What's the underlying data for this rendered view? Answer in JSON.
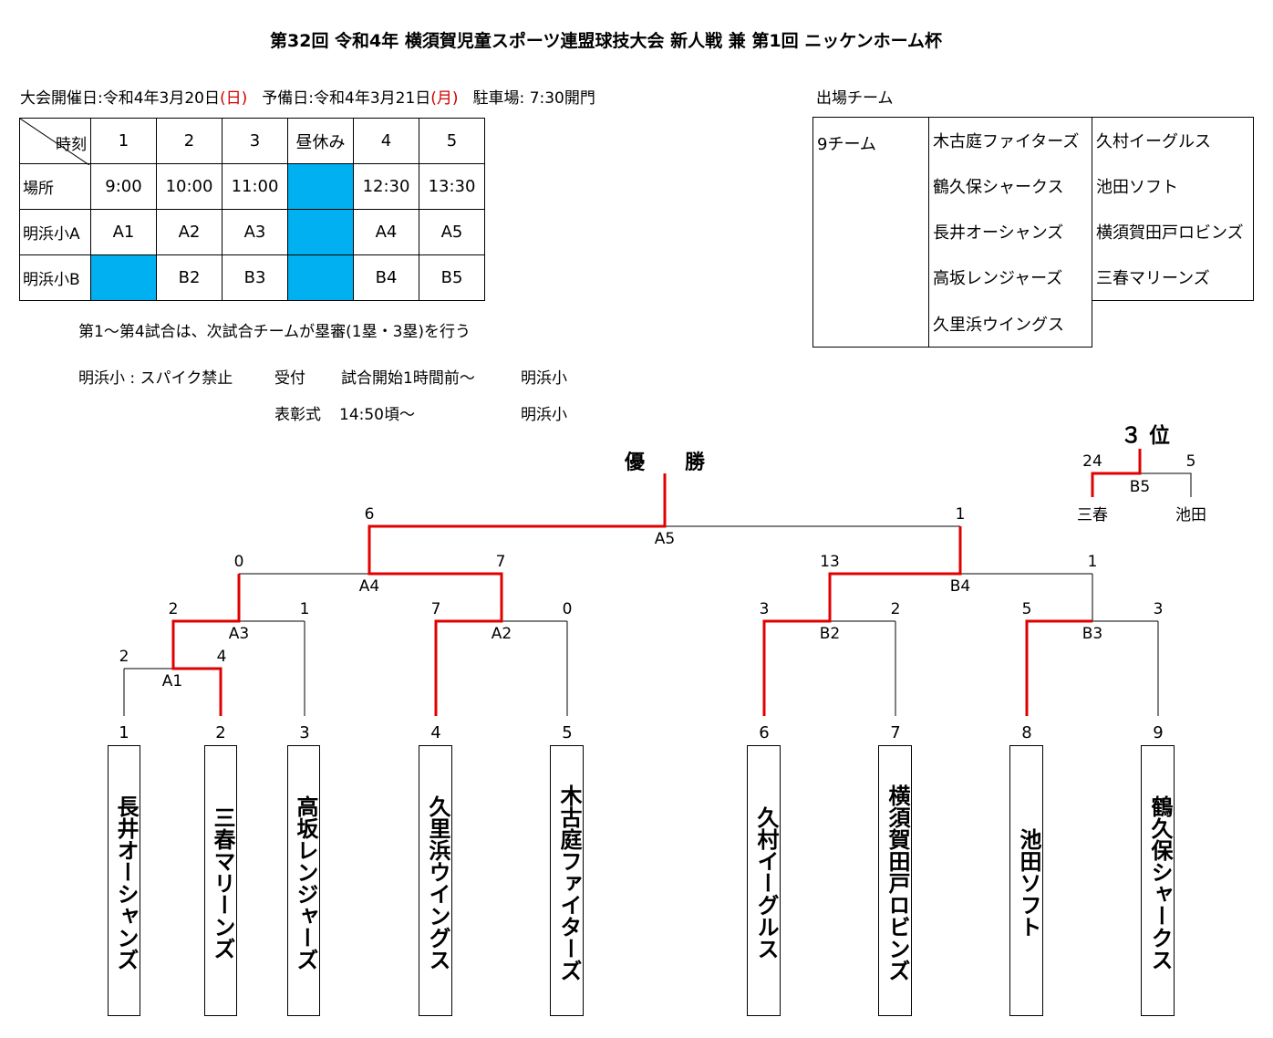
{
  "title": "第32回 令和4年 横須賀児童スポーツ連盟球技大会 新人戦  兼  第1回  ニッケンホーム杯",
  "info": {
    "date_label": "大会開催日:令和4年3月20日",
    "date_day_open": "(",
    "date_day": "日",
    "date_day_close": ")",
    "reserve_label": "予備日:令和4年3月21日",
    "reserve_day": "月",
    "parking": "駐車場:  7:30開門"
  },
  "schedule": {
    "corner_top": "時刻",
    "corner_bottom": "場所",
    "headers": [
      "1",
      "2",
      "3",
      "昼休み",
      "4",
      "5"
    ],
    "times": [
      "9:00",
      "10:00",
      "11:00",
      "",
      "12:30",
      "13:30"
    ],
    "rows": [
      {
        "place": "明浜小A",
        "cells": [
          "A1",
          "A2",
          "A3",
          "",
          "A4",
          "A5"
        ]
      },
      {
        "place": "明浜小B",
        "cells": [
          "",
          "B2",
          "B3",
          "",
          "B4",
          "B5"
        ]
      }
    ],
    "accent_color": "#00b0f0"
  },
  "notes": {
    "umpire": "第1～第4試合は、次試合チームが塁審(1塁・3塁)を行う",
    "spike": "明浜小 : スパイク禁止",
    "reception": "受付",
    "reception_time": "試合開始1時間前～",
    "reception_place": "明浜小",
    "award": "表彰式",
    "award_time": "14:50頃～",
    "award_place": "明浜小"
  },
  "participants": {
    "heading": "出場チーム",
    "count": "9チーム",
    "col1": [
      "木古庭ファイターズ",
      "鶴久保シャークス",
      "長井オーシャンズ",
      "高坂レンジャーズ",
      "久里浜ウイングス"
    ],
    "col2": [
      "久村イーグルス",
      "池田ソフト",
      "横須賀田戸ロビンズ",
      "三春マリーンズ"
    ]
  },
  "bracket": {
    "champion_label": "優　　勝",
    "third_label": "３ 位",
    "win_color": "#e00000",
    "entries": [
      {
        "num": "1",
        "team": "長井オーシャンズ"
      },
      {
        "num": "2",
        "team": "三春マリーンズ"
      },
      {
        "num": "3",
        "team": "高坂レンジャーズ"
      },
      {
        "num": "4",
        "team": "久里浜ウイングス"
      },
      {
        "num": "5",
        "team": "木古庭ファイターズ"
      },
      {
        "num": "6",
        "team": "久村イーグルス"
      },
      {
        "num": "7",
        "team": "横須賀田戸ロビンズ"
      },
      {
        "num": "8",
        "team": "池田ソフト"
      },
      {
        "num": "9",
        "team": "鶴久保シャークス"
      }
    ],
    "games": [
      {
        "id": "A1",
        "left_score": "2",
        "right_score": "4"
      },
      {
        "id": "A3",
        "left_score": "2",
        "right_score": "1"
      },
      {
        "id": "A2",
        "left_score": "7",
        "right_score": "0"
      },
      {
        "id": "A4",
        "left_score": "0",
        "right_score": "7"
      },
      {
        "id": "B2",
        "left_score": "3",
        "right_score": "2"
      },
      {
        "id": "B3",
        "left_score": "5",
        "right_score": "3"
      },
      {
        "id": "B4",
        "left_score": "13",
        "right_score": "1"
      },
      {
        "id": "A5",
        "left_score": "6",
        "right_score": "1"
      }
    ],
    "third_place": {
      "id": "B5",
      "left_team": "三春",
      "right_team": "池田",
      "left_score": "24",
      "right_score": "5"
    }
  }
}
